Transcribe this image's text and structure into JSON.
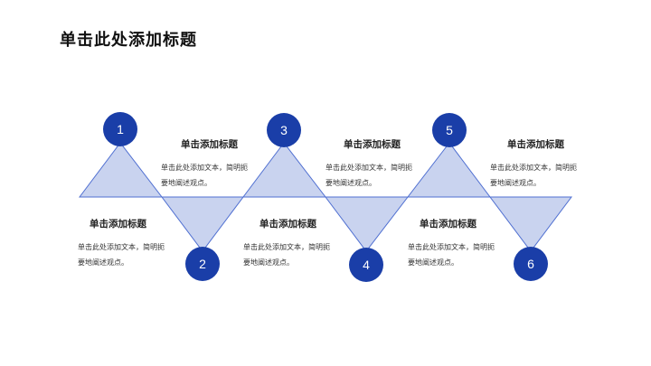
{
  "title": "单击此处添加标题",
  "colors": {
    "accent": "#1a3ea8",
    "triangle_fill": "#c9d3ef",
    "triangle_stroke": "#4f6fd1"
  },
  "steps": [
    {
      "number": "1",
      "heading": "单击添加标题",
      "body": "单击此处添加文本，简明扼要地阐述观点。"
    },
    {
      "number": "2",
      "heading": "单击添加标题",
      "body": "单击此处添加文本，简明扼要地阐述观点。"
    },
    {
      "number": "3",
      "heading": "单击添加标题",
      "body": "单击此处添加文本，简明扼要地阐述观点。"
    },
    {
      "number": "4",
      "heading": "单击添加标题",
      "body": "单击此处添加文本，简明扼要地阐述观点。"
    },
    {
      "number": "5",
      "heading": "单击添加标题",
      "body": "单击此处添加文本，简明扼要地阐述观点。"
    },
    {
      "number": "6",
      "heading": "单击添加标题",
      "body": "单击此处添加文本，简明扼要地阐述观点。"
    }
  ]
}
